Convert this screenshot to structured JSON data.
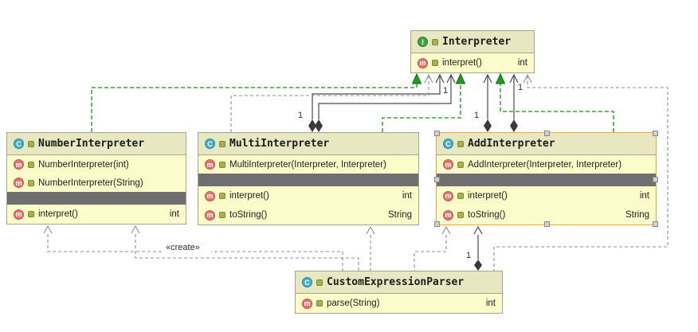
{
  "icons": {
    "interface": "I",
    "class": "C",
    "method": "m"
  },
  "edge_labels": {
    "one": "1",
    "create": "«create»"
  },
  "selected_class": "AddInterpreter",
  "colors": {
    "node_header_bg": "#e7e7c2",
    "node_body_bg": "#fcfcca",
    "node_border": "#a6a68c",
    "selection_border": "#f0a632",
    "separator_band": "#6f6f6f",
    "realization_green": "#159315",
    "dependency_gray": "#8f8f8f",
    "composition_dark": "#4a4a4a",
    "interface_icon": "#3fa23f",
    "class_icon": "#43aec9",
    "method_icon": "#e5736d"
  },
  "classes": {
    "interpreter": {
      "name": "Interpreter",
      "kind": "interface",
      "members": {
        "interpret": {
          "label": "interpret()",
          "type": "int"
        }
      }
    },
    "number_interpreter": {
      "name": "NumberInterpreter",
      "kind": "class",
      "constructors": {
        "ctor_int": {
          "label": "NumberInterpreter(int)"
        },
        "ctor_string": {
          "label": "NumberInterpreter(String)"
        }
      },
      "members": {
        "interpret": {
          "label": "interpret()",
          "type": "int"
        }
      }
    },
    "multi_interpreter": {
      "name": "MultiInterpreter",
      "kind": "class",
      "constructors": {
        "ctor": {
          "label": "MultiInterpreter(Interpreter, Interpreter)"
        }
      },
      "members": {
        "interpret": {
          "label": "interpret()",
          "type": "int"
        },
        "to_string": {
          "label": "toString()",
          "type": "String"
        }
      }
    },
    "add_interpreter": {
      "name": "AddInterpreter",
      "kind": "class",
      "constructors": {
        "ctor": {
          "label": "AddInterpreter(Interpreter, Interpreter)"
        }
      },
      "members": {
        "interpret": {
          "label": "interpret()",
          "type": "int"
        },
        "to_string": {
          "label": "toString()",
          "type": "String"
        }
      }
    },
    "custom_expression_parser": {
      "name": "CustomExpressionParser",
      "kind": "class",
      "members": {
        "parse": {
          "label": "parse(String)",
          "type": "int"
        }
      }
    }
  },
  "relationships": [
    {
      "from": "NumberInterpreter",
      "to": "Interpreter",
      "type": "realization"
    },
    {
      "from": "MultiInterpreter",
      "to": "Interpreter",
      "type": "realization"
    },
    {
      "from": "AddInterpreter",
      "to": "Interpreter",
      "type": "realization"
    },
    {
      "from": "MultiInterpreter",
      "to": "Interpreter",
      "type": "composition",
      "multiplicity": "1"
    },
    {
      "from": "MultiInterpreter",
      "to": "Interpreter",
      "type": "composition",
      "multiplicity": "1"
    },
    {
      "from": "AddInterpreter",
      "to": "Interpreter",
      "type": "composition",
      "multiplicity": "1"
    },
    {
      "from": "AddInterpreter",
      "to": "Interpreter",
      "type": "composition",
      "multiplicity": "1"
    },
    {
      "from": "CustomExpressionParser",
      "to": "AddInterpreter",
      "type": "composition",
      "multiplicity": "1"
    },
    {
      "from": "CustomExpressionParser",
      "to": "NumberInterpreter",
      "type": "dependency",
      "label": "«create»"
    },
    {
      "from": "CustomExpressionParser",
      "to": "NumberInterpreter",
      "type": "dependency"
    },
    {
      "from": "CustomExpressionParser",
      "to": "MultiInterpreter",
      "type": "dependency"
    },
    {
      "from": "CustomExpressionParser",
      "to": "AddInterpreter",
      "type": "dependency"
    },
    {
      "from": "CustomExpressionParser",
      "to": "Interpreter",
      "type": "dependency"
    },
    {
      "from": "MultiInterpreter",
      "to": "Interpreter",
      "type": "dependency"
    }
  ]
}
